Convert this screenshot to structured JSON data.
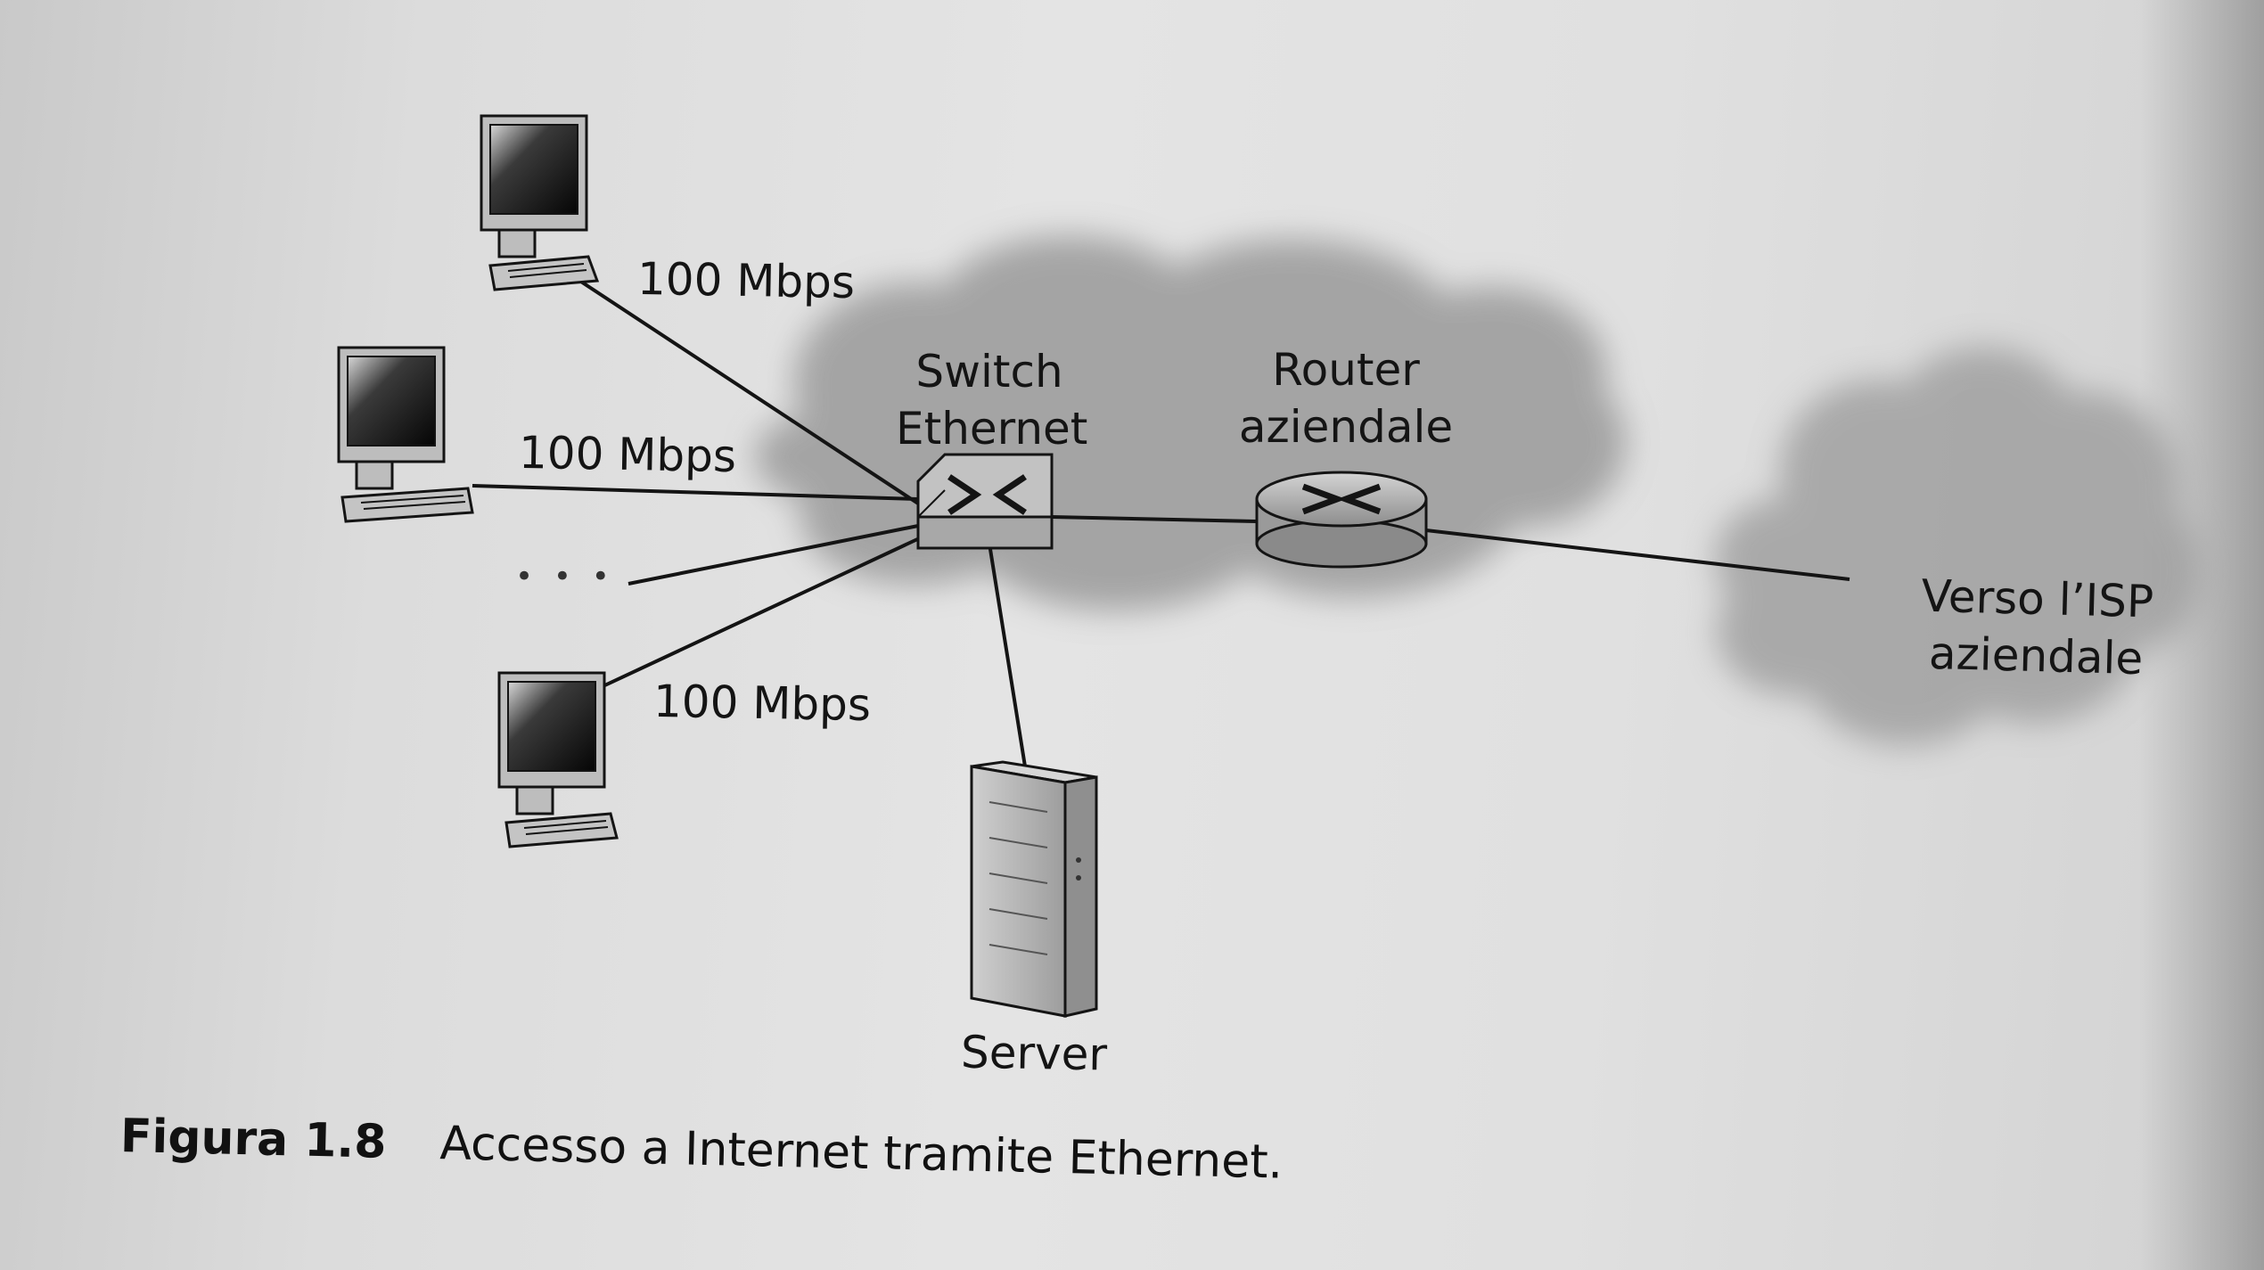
{
  "diagram": {
    "switch_label_line1": "Switch",
    "switch_label_line2": "Ethernet",
    "router_label_line1": "Router",
    "router_label_line2": "aziendale",
    "isp_label_line1": "Verso l’ISP",
    "isp_label_line2": "aziendale",
    "server_label": "Server",
    "link_labels": [
      "100 Mbps",
      "100 Mbps",
      "100 Mbps"
    ],
    "ellipsis": "• • •"
  },
  "caption": {
    "number": "Figura 1.8",
    "text": "Accesso a Internet tramite Ethernet."
  },
  "colors": {
    "cloud": "#9a9a9a",
    "ink": "#141414",
    "device_grey": "#bdbdbd"
  }
}
